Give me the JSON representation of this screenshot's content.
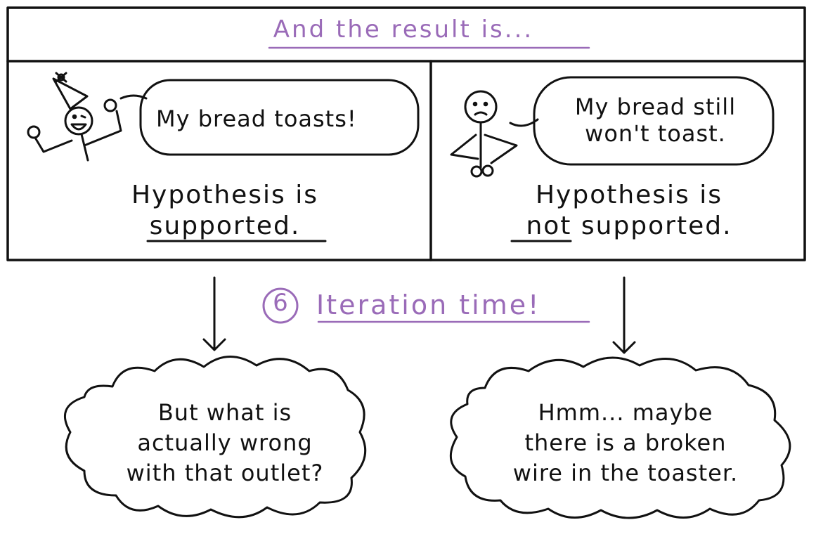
{
  "header": {
    "title": "And the result is..."
  },
  "panels": {
    "left": {
      "speech": "My bread toasts!",
      "verdict_line1": "Hypothesis is",
      "verdict_underlined": "supported",
      "verdict_tail": "."
    },
    "right": {
      "speech_line1": "My bread still",
      "speech_line2": "won't toast.",
      "verdict_line1": "Hypothesis is",
      "verdict_underlined": "not",
      "verdict_tail": "supported."
    }
  },
  "step": {
    "number": "6",
    "title": "Iteration time!"
  },
  "clouds": {
    "left": {
      "line1": "But what is",
      "line2": "actually wrong",
      "line3": "with that outlet?"
    },
    "right": {
      "line1": "Hmm... maybe",
      "line2": "there is a broken",
      "line3": "wire in the toaster."
    }
  },
  "colors": {
    "accent": "#9a6bb8",
    "ink": "#111111"
  }
}
